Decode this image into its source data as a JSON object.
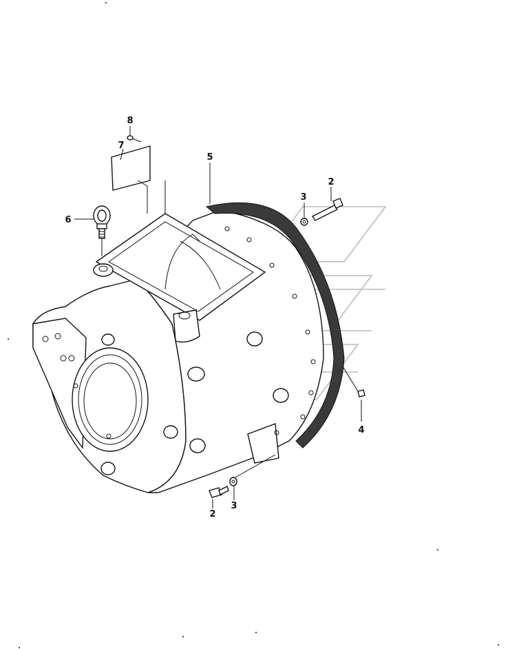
{
  "diagram": {
    "callouts": [
      {
        "id": "c8",
        "label": "8"
      },
      {
        "id": "c7",
        "label": "7"
      },
      {
        "id": "c6",
        "label": "6"
      },
      {
        "id": "c5",
        "label": "5"
      },
      {
        "id": "c3a",
        "label": "3"
      },
      {
        "id": "c2a",
        "label": "2"
      },
      {
        "id": "c4",
        "label": "4"
      },
      {
        "id": "c2b",
        "label": "2"
      },
      {
        "id": "c3b",
        "label": "3"
      }
    ]
  },
  "colors": {
    "line": "#111111",
    "watermark": "#bcbcbc",
    "gasket": "#3a3a3a"
  }
}
